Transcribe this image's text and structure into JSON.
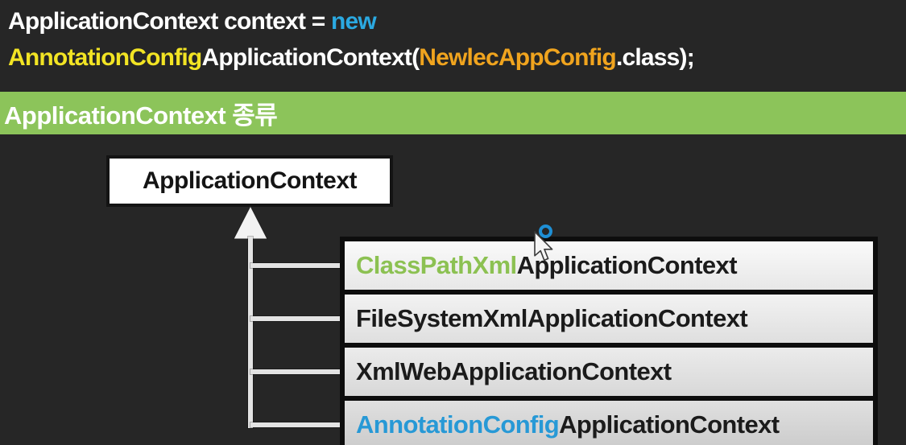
{
  "code": {
    "lines": [
      {
        "segments": [
          {
            "text": "ApplicationContext context = ",
            "color": "#ffffff"
          },
          {
            "text": "new",
            "color": "#2ba9e1"
          }
        ]
      },
      {
        "segments": [
          {
            "text": "AnnotationConfig",
            "color": "#f2e424"
          },
          {
            "text": "ApplicationContext(",
            "color": "#ffffff"
          },
          {
            "text": "NewlecAppConfig",
            "color": "#f0a41e"
          },
          {
            "text": ".class);",
            "color": "#ffffff"
          }
        ]
      }
    ]
  },
  "banner": {
    "title": "ApplicationContext 종류",
    "background": "#8cc45a"
  },
  "diagram": {
    "parent": {
      "label": "ApplicationContext"
    },
    "children": [
      {
        "segments": [
          {
            "text": "ClassPathXml",
            "color": "#8cc152"
          },
          {
            "text": "ApplicationContext",
            "color": "#1b1b1b"
          }
        ]
      },
      {
        "segments": [
          {
            "text": "FileSystemXmlApplicationContext",
            "color": "#1b1b1b"
          }
        ]
      },
      {
        "segments": [
          {
            "text": "XmlWebApplicationContext",
            "color": "#1b1b1b"
          }
        ]
      },
      {
        "segments": [
          {
            "text": "AnnotationConfig",
            "color": "#2799d6"
          },
          {
            "text": "ApplicationContext",
            "color": "#1b1b1b"
          }
        ]
      }
    ]
  },
  "cursor": {
    "ring_color": "#1e8fd5"
  }
}
